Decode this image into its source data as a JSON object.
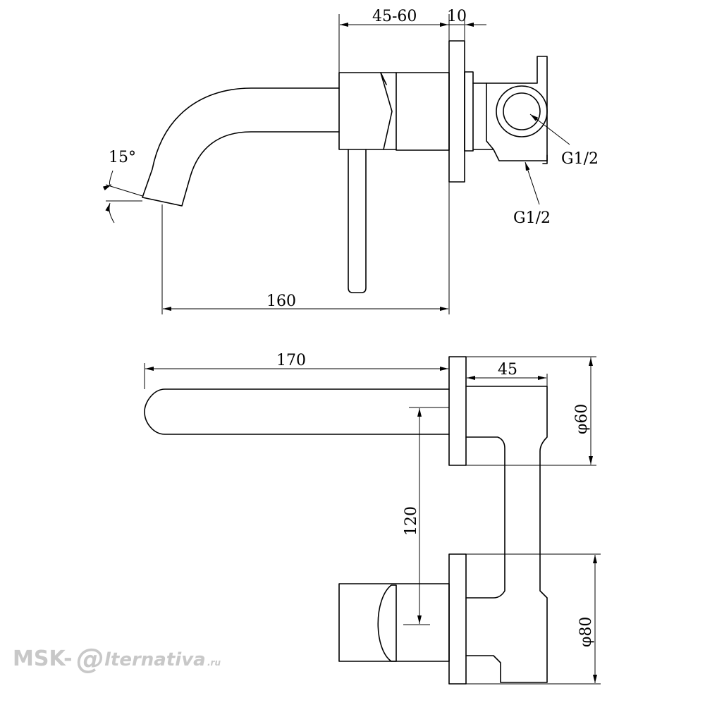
{
  "dimensions": {
    "offset": "45-60",
    "plate_thickness": "10",
    "angle": "15°",
    "inlet_side": "G1/2",
    "inlet_bottom": "G1/2",
    "depth": "160",
    "spout_length": "170",
    "body_depth": "45",
    "flange_diameter": "φ60",
    "axis_spacing": "120",
    "handle_flange_diameter": "φ80"
  },
  "watermark": {
    "prefix": "MSK-",
    "at_symbol": "@",
    "suffix": "lternativa",
    "domain": ".ru"
  }
}
